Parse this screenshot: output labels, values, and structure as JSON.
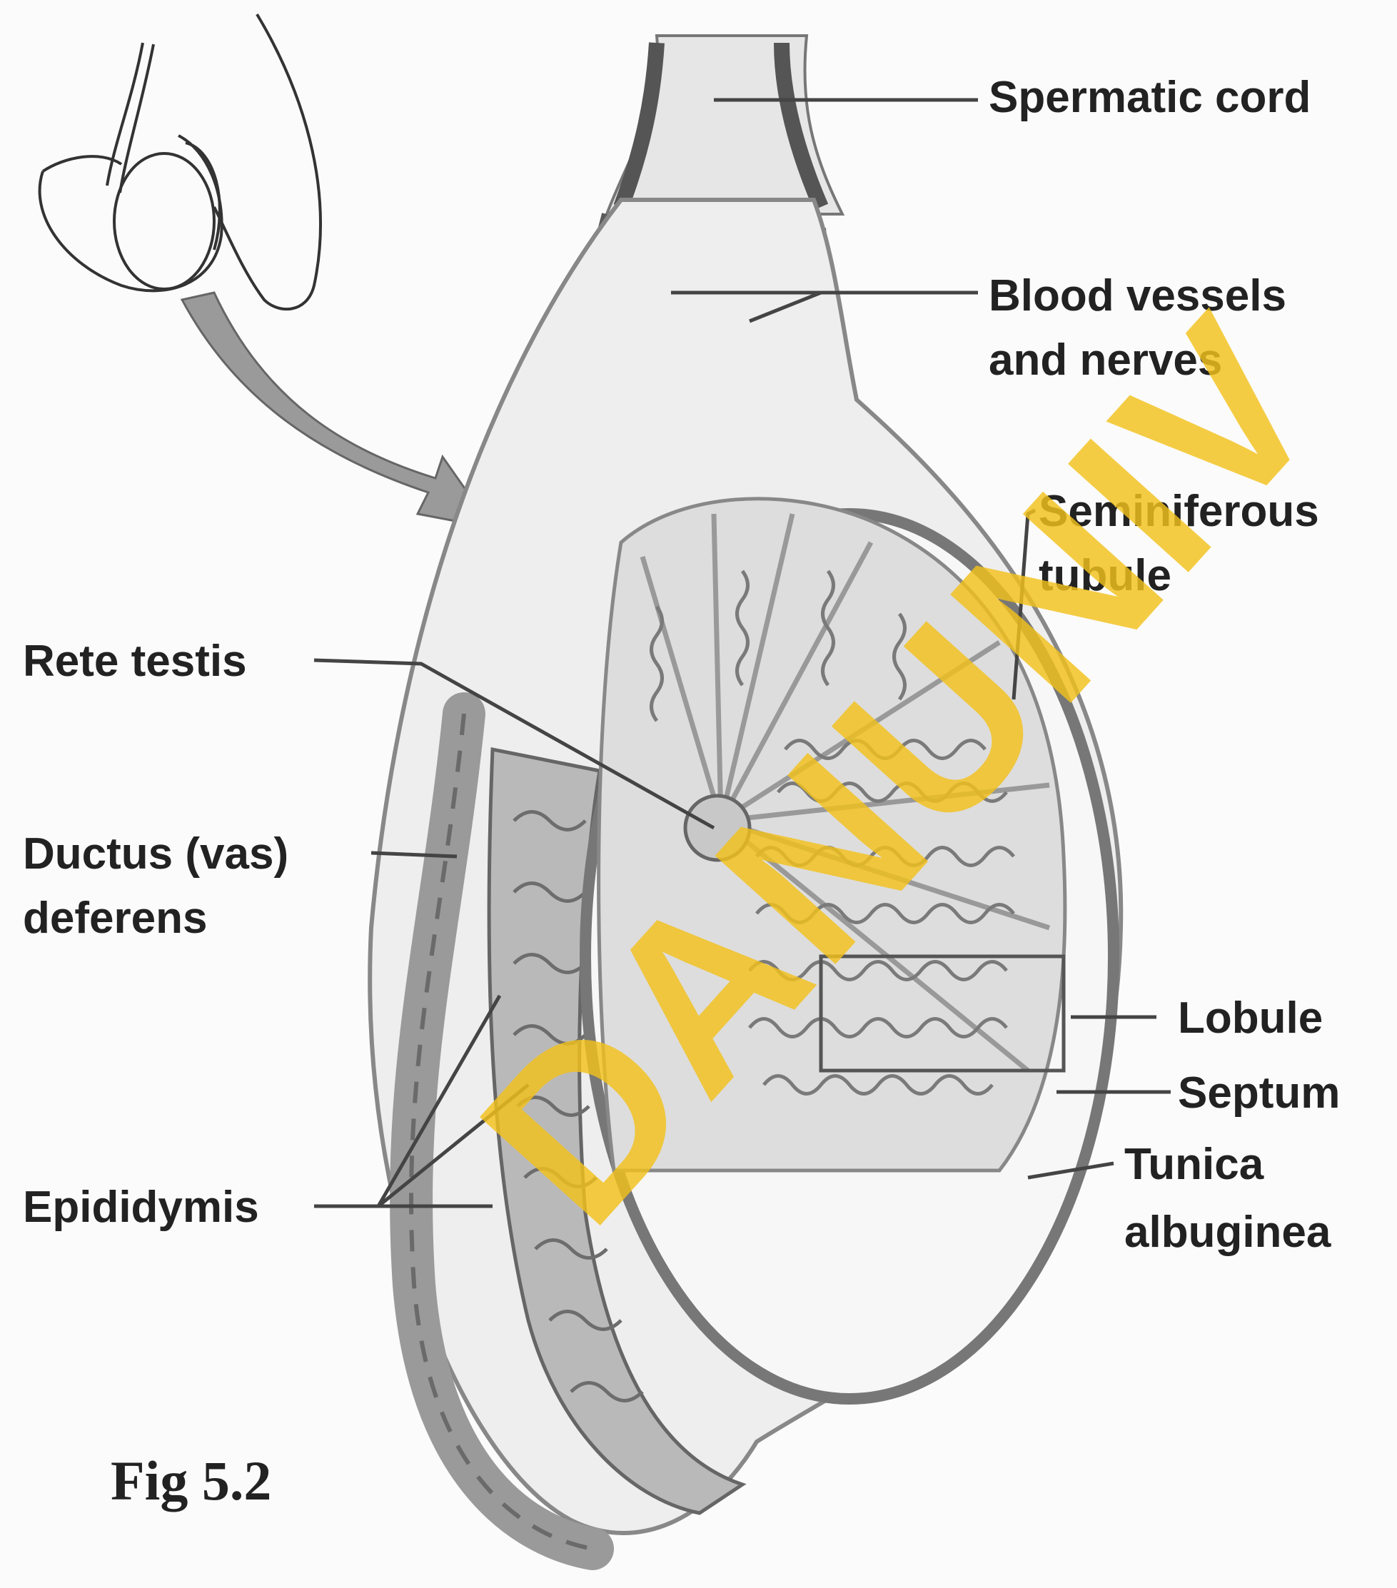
{
  "labels": {
    "spermatic_cord": "Spermatic cord",
    "blood_vessels_1": "Blood vessels",
    "blood_vessels_2": "and nerves",
    "seminiferous_1": "Seminiferous",
    "seminiferous_2": "tubule",
    "rete_testis": "Rete testis",
    "ductus_1": "Ductus (vas)",
    "ductus_2": "deferens",
    "lobule": "Lobule",
    "septum": "Septum",
    "tunica_1": "Tunica",
    "tunica_2": "albuginea",
    "epididymis": "Epididymis"
  },
  "caption": "Fig 5.2",
  "watermark": "DANUNIV",
  "colors": {
    "ink": "#222222",
    "tissue": "#d8d8d8",
    "tissue_dark": "#8a8a8a",
    "watermark": "#f3c21c"
  }
}
